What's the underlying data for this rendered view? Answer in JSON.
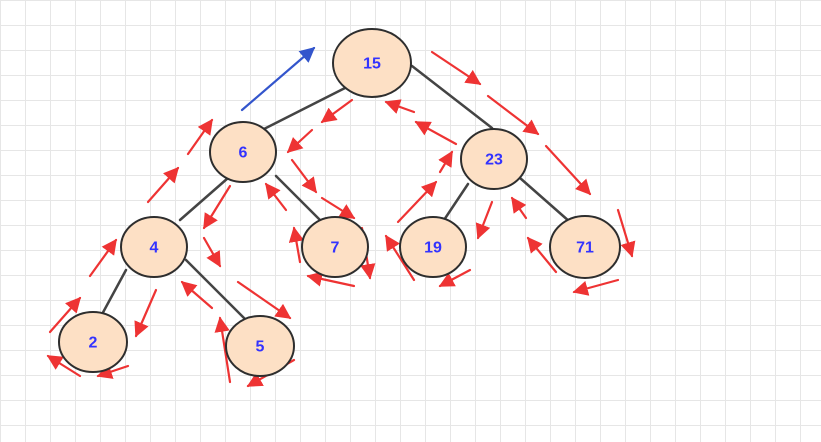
{
  "colors": {
    "node_fill": "#fde0c5",
    "node_stroke": "#2e2e2e",
    "edge": "#444444",
    "label": "#3333ff",
    "traversal_arrow": "#ee3333",
    "exit_arrow": "#3355cc",
    "grid": "#e6e6e6"
  },
  "tree": {
    "nodes": [
      {
        "id": "n15",
        "label": "15"
      },
      {
        "id": "n6",
        "label": "6"
      },
      {
        "id": "n23",
        "label": "23"
      },
      {
        "id": "n4",
        "label": "4"
      },
      {
        "id": "n7",
        "label": "7"
      },
      {
        "id": "n19",
        "label": "19"
      },
      {
        "id": "n71",
        "label": "71"
      },
      {
        "id": "n2",
        "label": "2"
      },
      {
        "id": "n5",
        "label": "5"
      }
    ],
    "edges": [
      [
        "n15",
        "n6"
      ],
      [
        "n15",
        "n23"
      ],
      [
        "n6",
        "n4"
      ],
      [
        "n6",
        "n7"
      ],
      [
        "n23",
        "n19"
      ],
      [
        "n23",
        "n71"
      ],
      [
        "n4",
        "n2"
      ],
      [
        "n4",
        "n5"
      ]
    ]
  }
}
